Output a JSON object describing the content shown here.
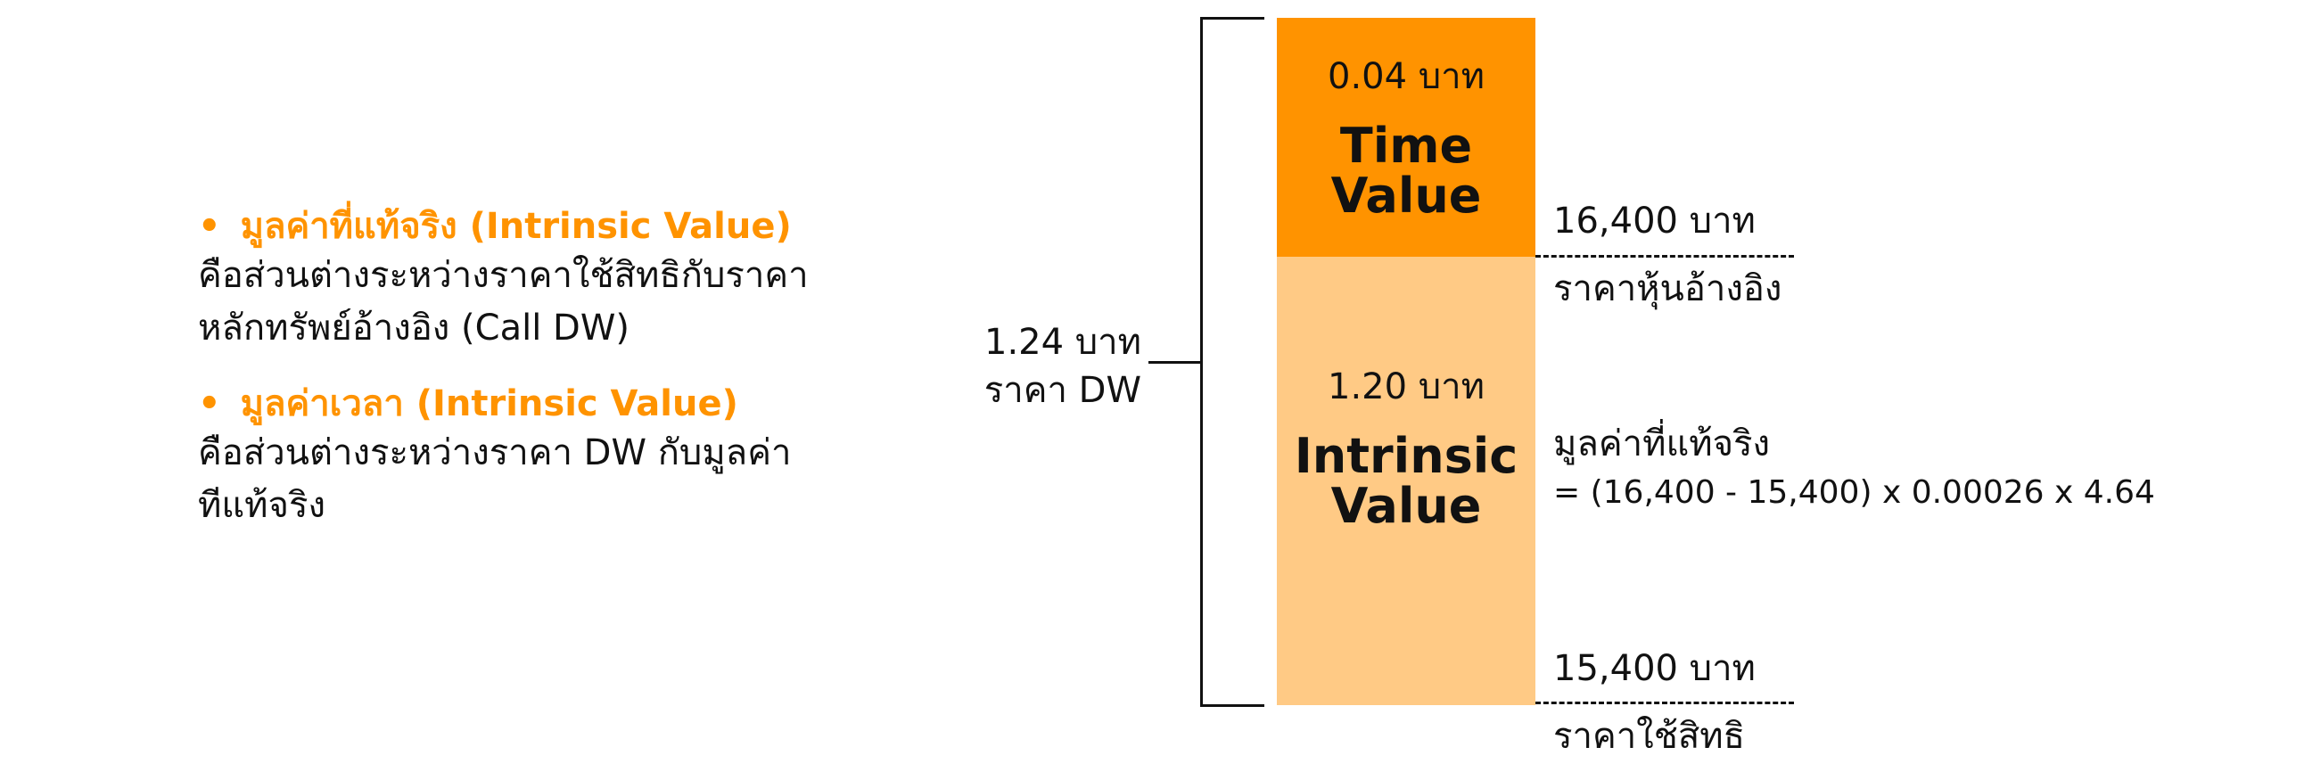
{
  "colors": {
    "accent": "#FF9300",
    "accent_light": "#FFCA85",
    "text": "#111111"
  },
  "explanation": [
    {
      "bullet": "•",
      "title": "มูลค่าที่แท้จริง (Intrinsic Value)",
      "lines": [
        "คือส่วนต่างระหว่างราคาใช้สิทธิกับราคา",
        "หลักทรัพย์อ้างอิง (Call DW)"
      ]
    },
    {
      "bullet": "•",
      "title": "มูลค่าเวลา (Intrinsic Value)",
      "lines": [
        "คือส่วนต่างระหว่างราคา DW กับมูลค่า",
        "ทีแท้จริง"
      ]
    }
  ],
  "dw_price": {
    "value": "1.24 บาท",
    "label": "ราคา DW"
  },
  "time_value": {
    "price": "0.04 บาท",
    "label_line1": "Time",
    "label_line2": "Value"
  },
  "intrinsic_value": {
    "price": "1.20 บาท",
    "label_line1": "Intrinsic",
    "label_line2": "Value"
  },
  "underlying_price": {
    "value": "16,400 บาท",
    "label": "ราคาหุ้นอ้างอิง"
  },
  "intrinsic_formula": {
    "title": "มูลค่าที่แท้จริง",
    "formula": "= (16,400 - 15,400) x 0.00026 x 4.64"
  },
  "strike_price": {
    "value": "15,400 บาท",
    "label": "ราคาใช้สิทธิ"
  }
}
